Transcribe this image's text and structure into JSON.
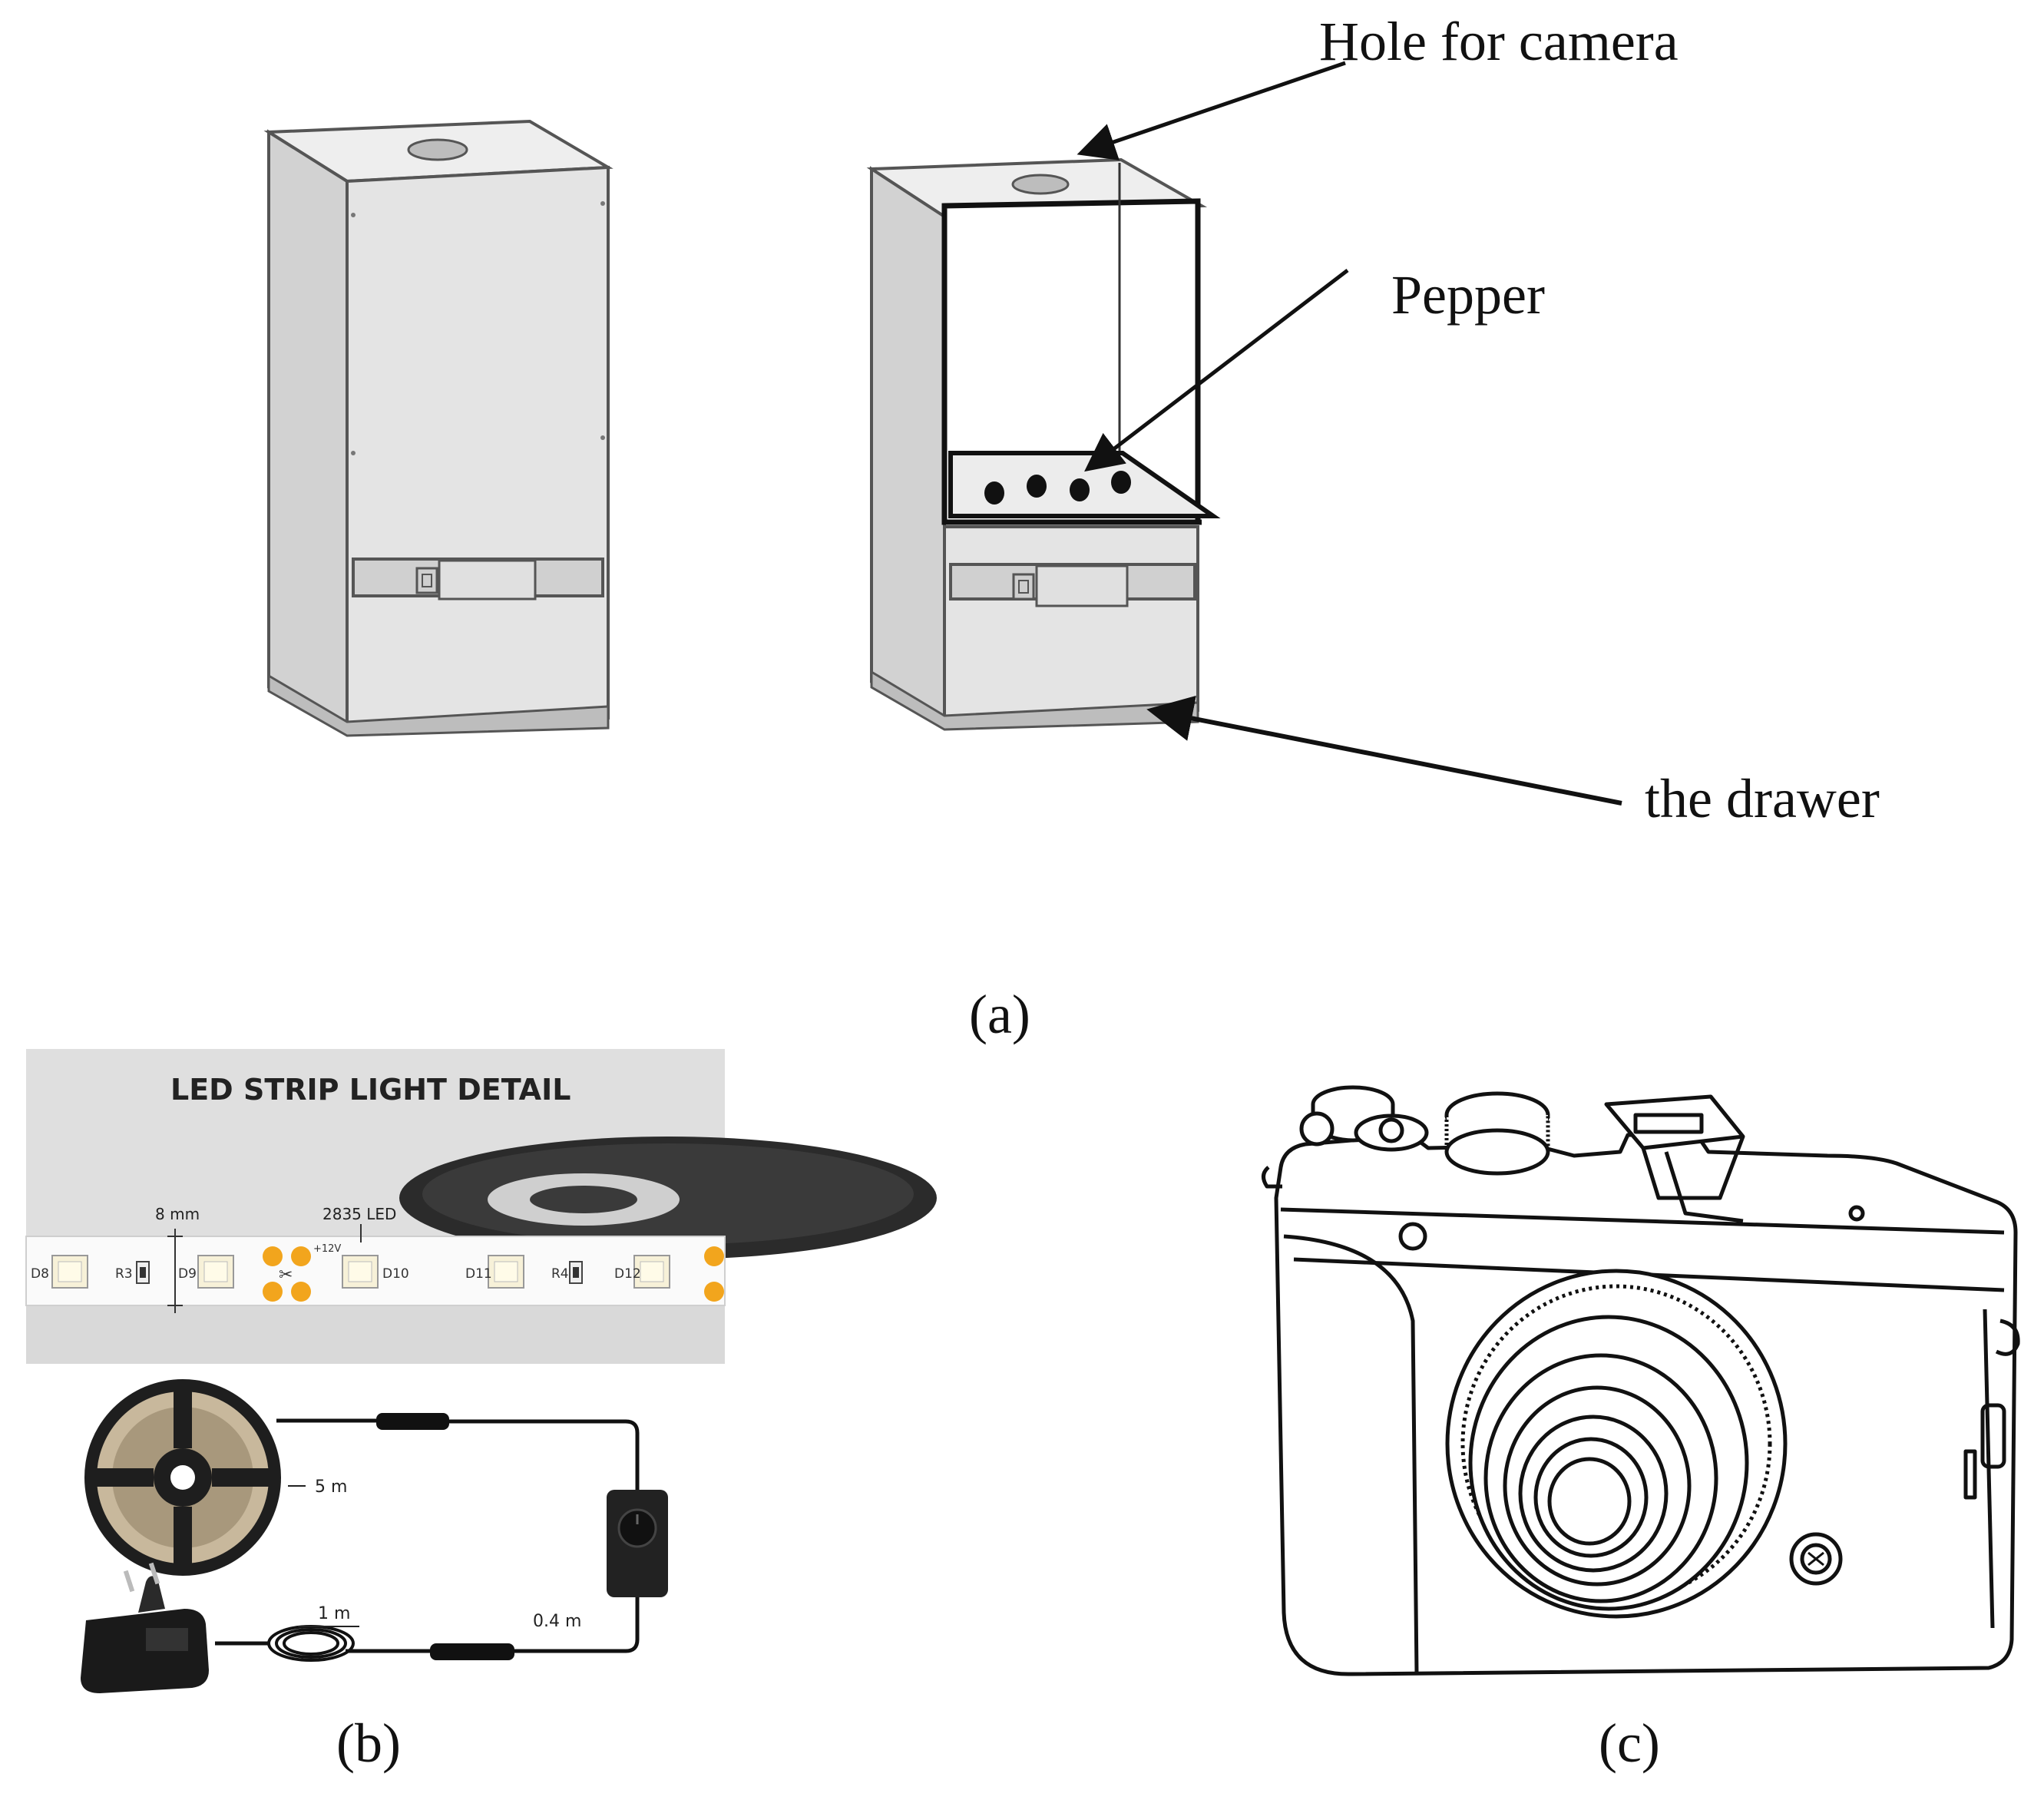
{
  "panel_a": {
    "label": "(a)",
    "annotations": {
      "hole": "Hole for camera",
      "pepper": "Pepper",
      "drawer": "the drawer"
    }
  },
  "panel_b": {
    "label": "(b)",
    "title": "LED STRIP LIGHT DETAIL",
    "width_label": "8 mm",
    "led_label": "2835 LED",
    "voltage_label": "+12V",
    "components": {
      "d8": "D8",
      "r3": "R3",
      "d9": "D9",
      "d10": "D10",
      "d11": "D11",
      "r4": "R4",
      "d12": "D12"
    },
    "lengths": {
      "strip": "5 m",
      "adapter_cable": "1 m",
      "dimmer_cable": "0.4 m"
    }
  },
  "panel_c": {
    "label": "(c)"
  },
  "colors": {
    "box_fill": "#e6e6e6",
    "box_edge": "#555555",
    "strip_bg": "#dcdcdc",
    "led_pad": "#f2a51d",
    "ink": "#111111"
  }
}
